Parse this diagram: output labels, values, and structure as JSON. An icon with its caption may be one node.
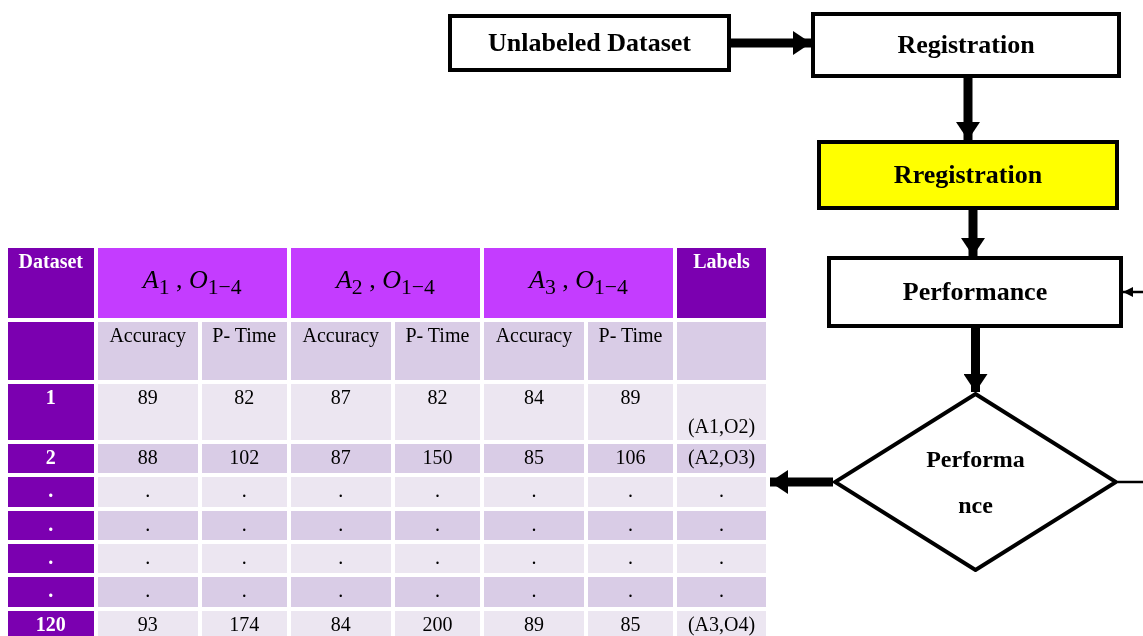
{
  "diagram": {
    "nodes": [
      {
        "text": [
          "Unlabeled Dataset"
        ]
      },
      {
        "text": [
          "Registration"
        ]
      },
      {
        "text": [
          "Rregistration"
        ]
      },
      {
        "text": [
          "Performance"
        ]
      },
      {
        "text": [
          "Performa nce"
        ]
      },
      {
        "text": [],
        "shape": "table"
      }
    ],
    "edges": [
      {
        "from": 0,
        "to": 1,
        "arrow": "to"
      },
      {
        "from": 1,
        "to": 2,
        "arrow": "to"
      },
      {
        "from": 2,
        "to": 3,
        "arrow": "to"
      },
      {
        "from": null,
        "to": 3,
        "arrow": "to"
      },
      {
        "from": 3,
        "to": 4,
        "arrow": "to"
      },
      {
        "from": 4,
        "to": 5,
        "arrow": "to"
      },
      {
        "from": 4,
        "to": null,
        "arrow": "none"
      }
    ],
    "labels": [
      "Dataset",
      "*A*$_{1}$  , *O*$_{1−4}$",
      "*A*$_{2}$  , *O*$_{1−4}$",
      "*A*$_{3}$  , *O*$_{1−4}$",
      "Labels",
      "Accuracy",
      "P- Time",
      "Accuracy",
      "P- Time",
      "Accuracy",
      "P- Time",
      "1",
      "89",
      "82",
      "87",
      "82",
      "84",
      "89",
      "(A1,O2)",
      "2",
      "88",
      "102",
      "87",
      "150",
      "85",
      "106",
      "(A2,O3)",
      ".",
      ".",
      ".",
      ".",
      ".",
      ".",
      ".",
      ".",
      ".",
      ".",
      ".",
      ".",
      ".",
      ".",
      ".",
      ".",
      ".",
      ".",
      ".",
      ".",
      ".",
      ".",
      ".",
      ".",
      ".",
      ".",
      ".",
      ".",
      ".",
      ".",
      ".",
      ".",
      "120",
      "93",
      "174",
      "84",
      "200",
      "89",
      "85",
      "(A3,O4)"
    ]
  }
}
